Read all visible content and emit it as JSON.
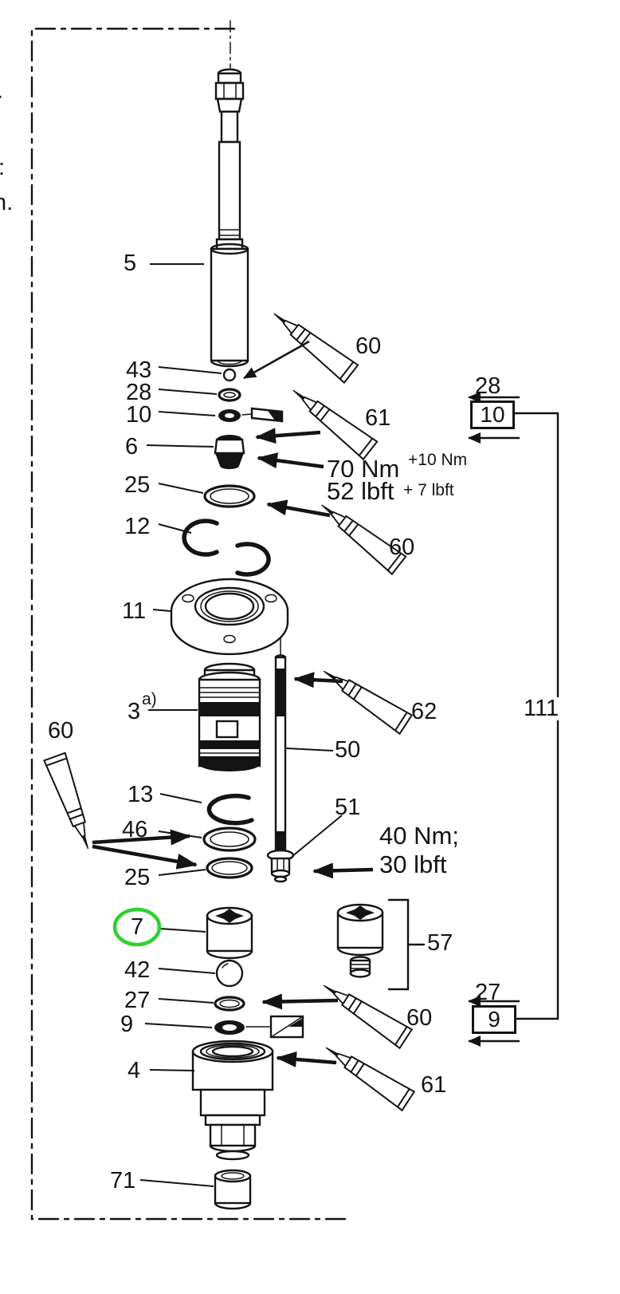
{
  "figure": {
    "ink_color": "#141414",
    "highlight_color": "#2fd12f",
    "edge_text_fragments": {
      "f0": ".",
      "f1": ":",
      "f2": "n."
    },
    "callouts": {
      "p5": "5",
      "p43": "43",
      "p28": "28",
      "p10": "10",
      "p6": "6",
      "p25a": "25",
      "p12": "12",
      "p11": "11",
      "p3": "3",
      "p3_sup": "a)",
      "p50": "50",
      "p51": "51",
      "p62": "62",
      "p60_left": "60",
      "p13": "13",
      "p46": "46",
      "p25b": "25",
      "p7": "7",
      "p57": "57",
      "p42": "42",
      "p27": "27",
      "p9": "9",
      "p4": "4",
      "p71": "71",
      "p60_top": "60",
      "p61_top": "61",
      "p60_mid": "60",
      "p60_low": "60",
      "p61_low": "61",
      "ref28": "28",
      "ref10": "10",
      "ref111": "111",
      "ref27": "27",
      "ref9": "9"
    },
    "torque_upper": {
      "nm": "70 Nm",
      "nm_tol": "+10 Nm",
      "lbft": "52 lbft",
      "lbft_tol": "+ 7 lbft"
    },
    "torque_lower": {
      "line1": "40 Nm;",
      "line2": "30 lbft"
    }
  }
}
